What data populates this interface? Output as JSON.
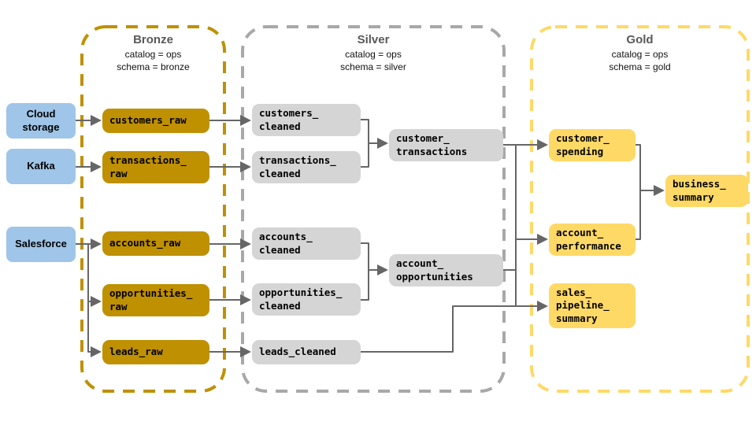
{
  "zones": {
    "bronze": {
      "title": "Bronze",
      "catalog": "catalog = ops",
      "schema": "schema = bronze",
      "border_color": "#BF9000",
      "node_color": "#BF9000"
    },
    "silver": {
      "title": "Silver",
      "catalog": "catalog = ops",
      "schema": "schema = silver",
      "border_color": "#A8A8A8",
      "node_color": "#D5D5D5"
    },
    "gold": {
      "title": "Gold",
      "catalog": "catalog = ops",
      "schema": "schema = gold",
      "border_color": "#FFD966",
      "node_color": "#FFD966"
    }
  },
  "sources": {
    "cloud_storage": {
      "label": "Cloud\nstorage"
    },
    "kafka": {
      "label": "Kafka"
    },
    "salesforce": {
      "label": "Salesforce"
    },
    "color": "#9FC5E8"
  },
  "tables": {
    "customers_raw": {
      "label": "customers_raw"
    },
    "transactions_raw": {
      "label": "transactions_\nraw"
    },
    "accounts_raw": {
      "label": "accounts_raw"
    },
    "opportunities_raw": {
      "label": "opportunities_\nraw"
    },
    "leads_raw": {
      "label": "leads_raw"
    },
    "customers_cleaned": {
      "label": "customers_\ncleaned"
    },
    "transactions_cleaned": {
      "label": "transactions_\ncleaned"
    },
    "customer_transactions": {
      "label": "customer_\ntransactions"
    },
    "accounts_cleaned": {
      "label": "accounts_\ncleaned"
    },
    "opportunities_cleaned": {
      "label": "opportunities_\ncleaned"
    },
    "account_opportunities": {
      "label": "account_\nopportunities"
    },
    "leads_cleaned": {
      "label": "leads_cleaned"
    },
    "customer_spending": {
      "label": "customer_\nspending"
    },
    "account_performance": {
      "label": "account_\nperformance"
    },
    "business_summary": {
      "label": "business_\nsummary"
    },
    "sales_pipeline_summary": {
      "label": "sales_\npipeline_\nsummary"
    }
  },
  "edges": [
    {
      "from": "cloud_storage",
      "to": "customers_raw"
    },
    {
      "from": "kafka",
      "to": "transactions_raw"
    },
    {
      "from": "salesforce",
      "to": "accounts_raw"
    },
    {
      "from": "salesforce",
      "to": "opportunities_raw"
    },
    {
      "from": "salesforce",
      "to": "leads_raw"
    },
    {
      "from": "customers_raw",
      "to": "customers_cleaned"
    },
    {
      "from": "transactions_raw",
      "to": "transactions_cleaned"
    },
    {
      "from": "accounts_raw",
      "to": "accounts_cleaned"
    },
    {
      "from": "opportunities_raw",
      "to": "opportunities_cleaned"
    },
    {
      "from": "leads_raw",
      "to": "leads_cleaned"
    },
    {
      "from": "customers_cleaned",
      "to": "customer_transactions"
    },
    {
      "from": "transactions_cleaned",
      "to": "customer_transactions"
    },
    {
      "from": "accounts_cleaned",
      "to": "account_opportunities"
    },
    {
      "from": "opportunities_cleaned",
      "to": "account_opportunities"
    },
    {
      "from": "customer_transactions",
      "to": "customer_spending"
    },
    {
      "from": "account_opportunities",
      "to": "account_performance"
    },
    {
      "from": "leads_cleaned",
      "to": "sales_pipeline_summary"
    },
    {
      "from": "customer_spending",
      "to": "business_summary"
    },
    {
      "from": "account_performance",
      "to": "business_summary"
    }
  ],
  "colors": {
    "arrow": "#666666",
    "background": "#FFFFFF",
    "header_text": "#595959",
    "label_text": "#000000"
  }
}
